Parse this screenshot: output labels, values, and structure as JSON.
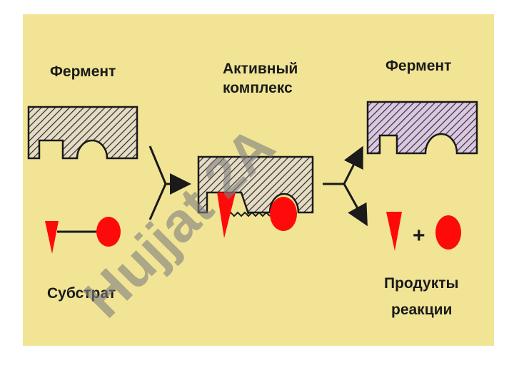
{
  "labels": {
    "enzyme_left": "Фермент",
    "active_complex_line1": "Активный",
    "active_complex_line2": "комплекс",
    "enzyme_right": "Фермент",
    "substrate": "Субстрат",
    "products_line1": "Продукты",
    "products_line2": "реакции",
    "plus": "+"
  },
  "watermark": "Hujjat 2A",
  "colors": {
    "background": "#f3e79b",
    "page": "#ffffff",
    "substrate_red": "#ff0a0a",
    "enzyme_hatch": "#2b2b2b",
    "watermark": "#7f7f7f"
  }
}
